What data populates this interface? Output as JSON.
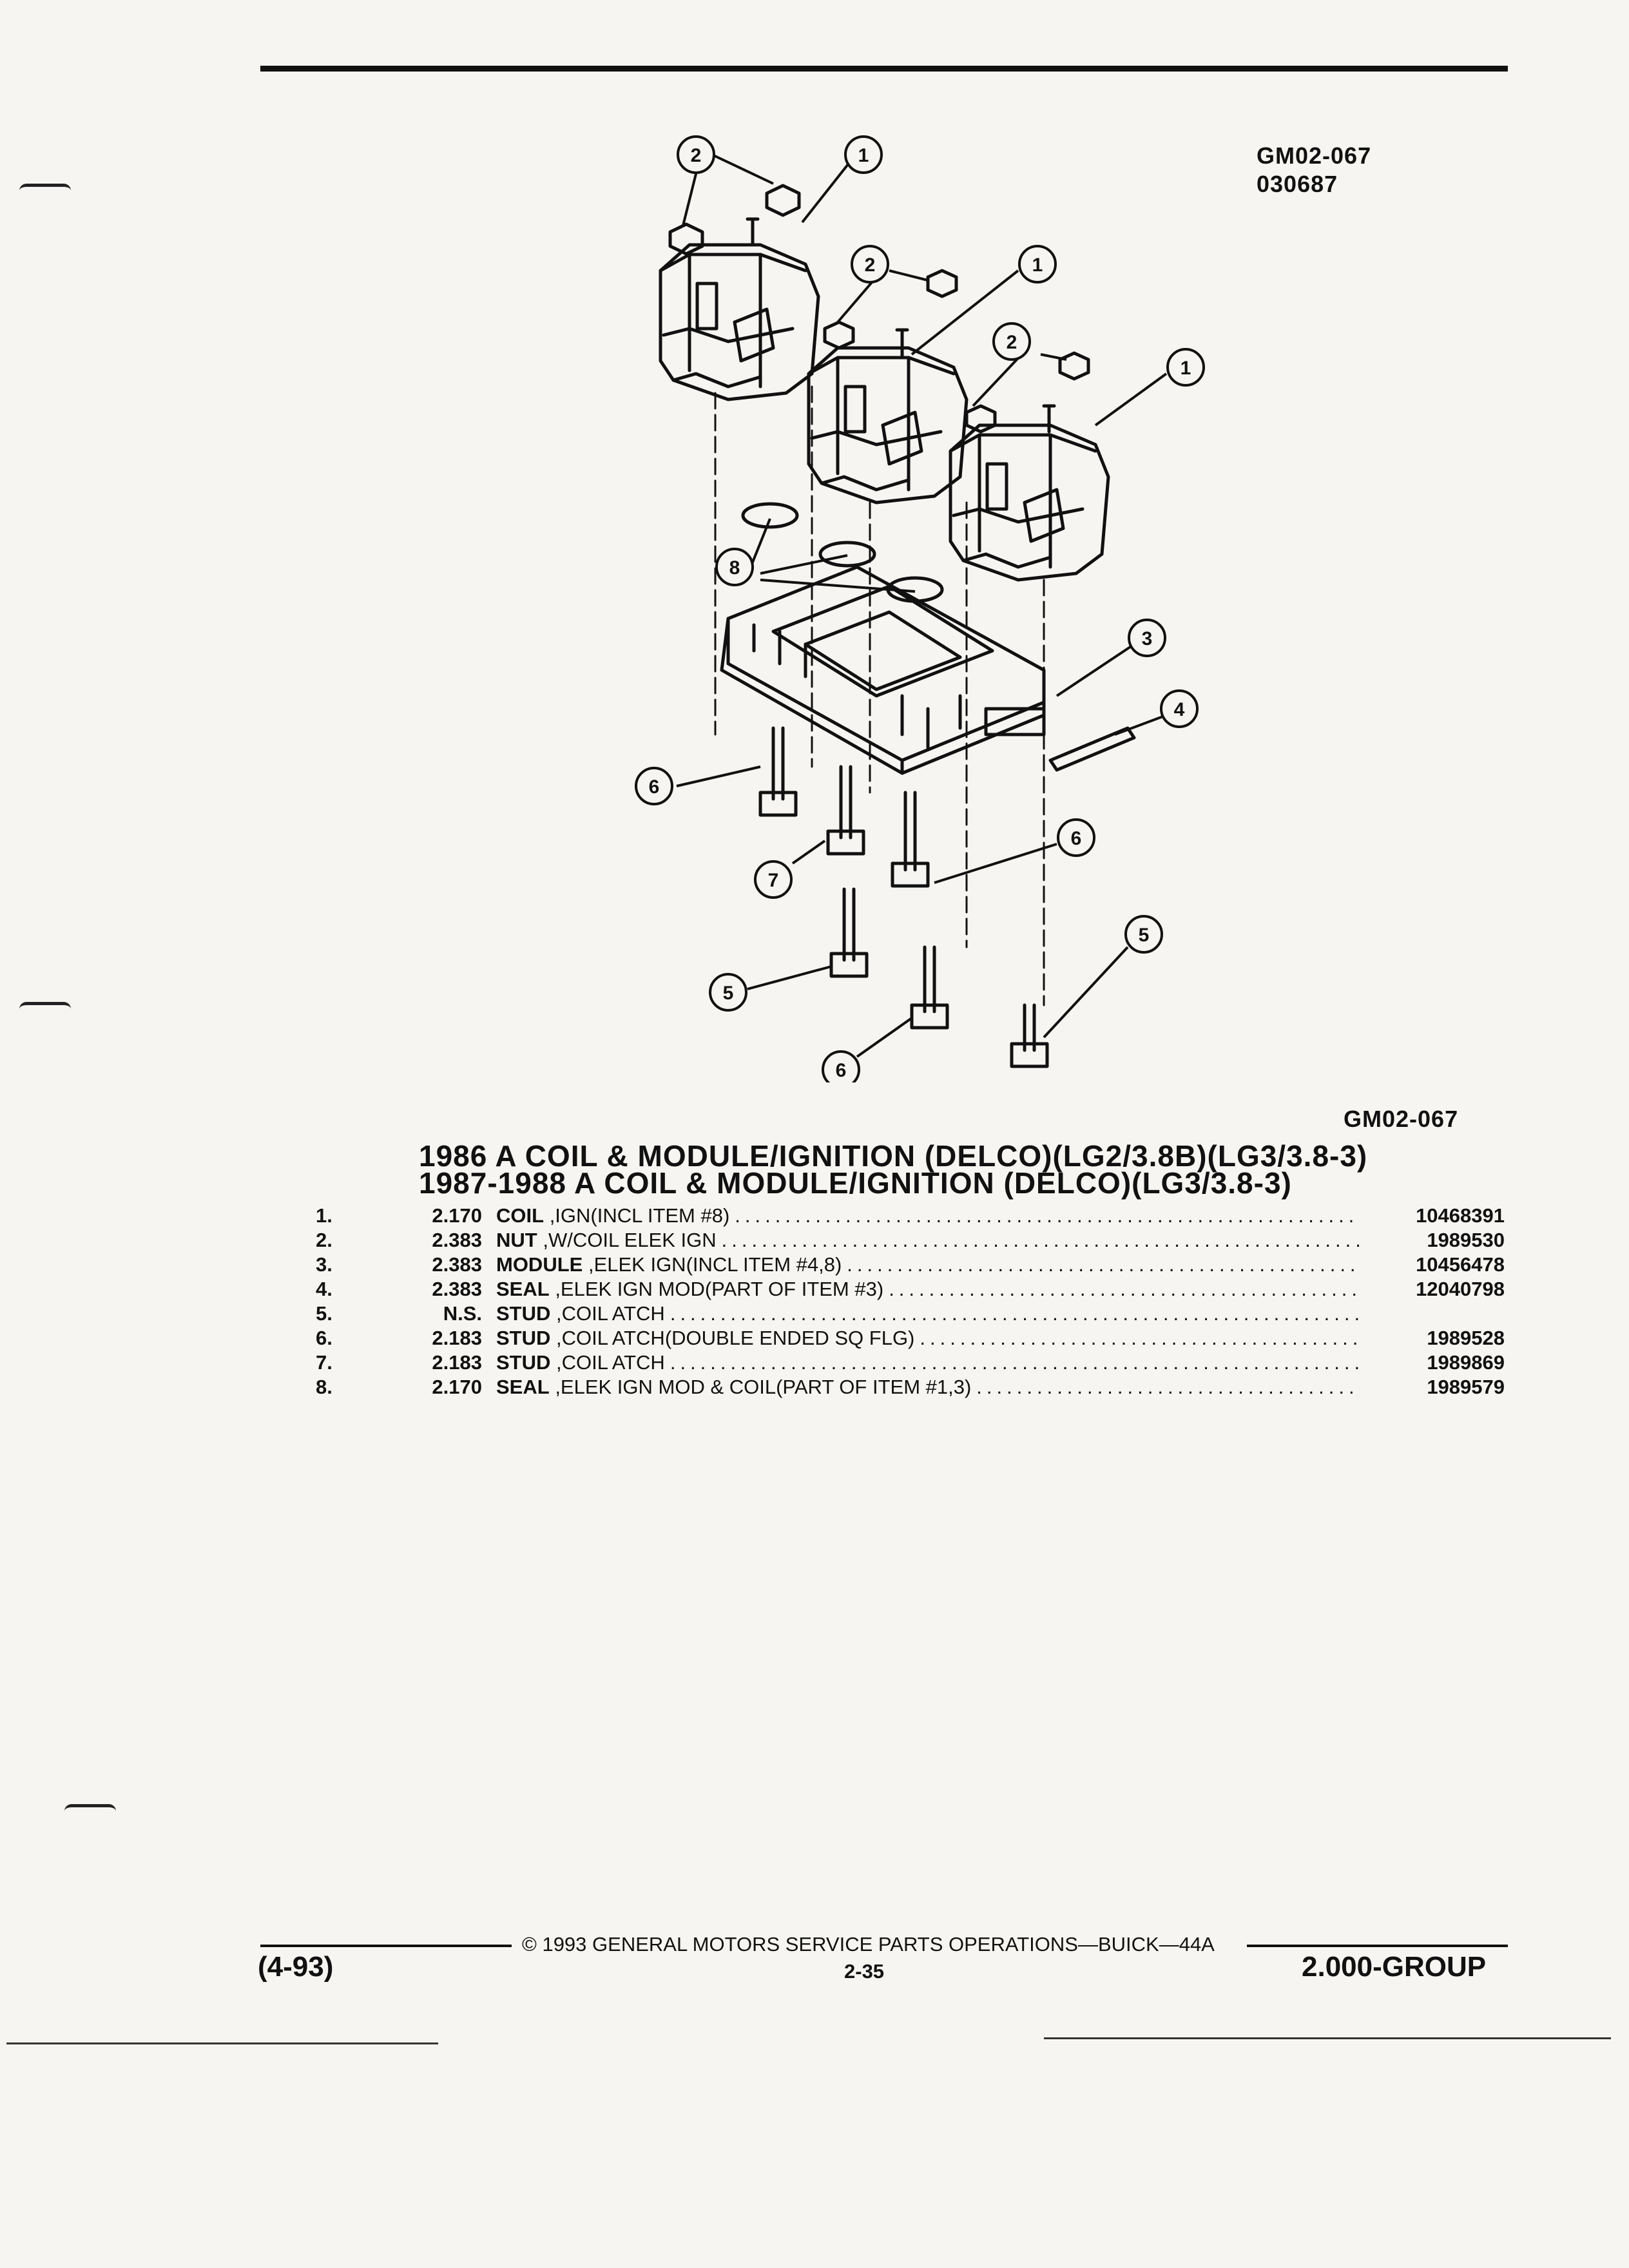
{
  "figure": {
    "code_top": "GM02-067",
    "date_code": "030687",
    "code_bottom": "GM02-067",
    "callouts": [
      "1",
      "2",
      "3",
      "4",
      "5",
      "6",
      "7",
      "8"
    ]
  },
  "titles": {
    "line1": "1986 A COIL & MODULE/IGNITION (DELCO)(LG2/3.8B)(LG3/3.8-3)",
    "line2": "1987-1988 A COIL & MODULE/IGNITION (DELCO)(LG3/3.8-3)"
  },
  "parts": [
    {
      "num": "1.",
      "group": "2.170",
      "name": "COIL",
      "desc": ",IGN(INCL ITEM #8)",
      "part_no": "10468391"
    },
    {
      "num": "2.",
      "group": "2.383",
      "name": "NUT",
      "desc": ",W/COIL ELEK IGN",
      "part_no": "1989530"
    },
    {
      "num": "3.",
      "group": "2.383",
      "name": "MODULE",
      "desc": ",ELEK IGN(INCL ITEM #4,8)",
      "part_no": "10456478"
    },
    {
      "num": "4.",
      "group": "2.383",
      "name": "SEAL",
      "desc": ",ELEK IGN MOD(PART OF ITEM #3)",
      "part_no": "12040798"
    },
    {
      "num": "5.",
      "group": "N.S.",
      "name": "STUD",
      "desc": ",COIL ATCH",
      "part_no": ""
    },
    {
      "num": "6.",
      "group": "2.183",
      "name": "STUD",
      "desc": ",COIL ATCH(DOUBLE ENDED SQ FLG)",
      "part_no": "1989528"
    },
    {
      "num": "7.",
      "group": "2.183",
      "name": "STUD",
      "desc": ",COIL ATCH",
      "part_no": "1989869"
    },
    {
      "num": "8.",
      "group": "2.170",
      "name": "SEAL",
      "desc": ",ELEK IGN MOD & COIL(PART OF ITEM #1,3)",
      "part_no": "1989579"
    }
  ],
  "footer": {
    "copyright": "© 1993 GENERAL MOTORS SERVICE PARTS OPERATIONS—BUICK—44A",
    "revision": "(4-93)",
    "page": "2-35",
    "group": "2.000-GROUP"
  }
}
